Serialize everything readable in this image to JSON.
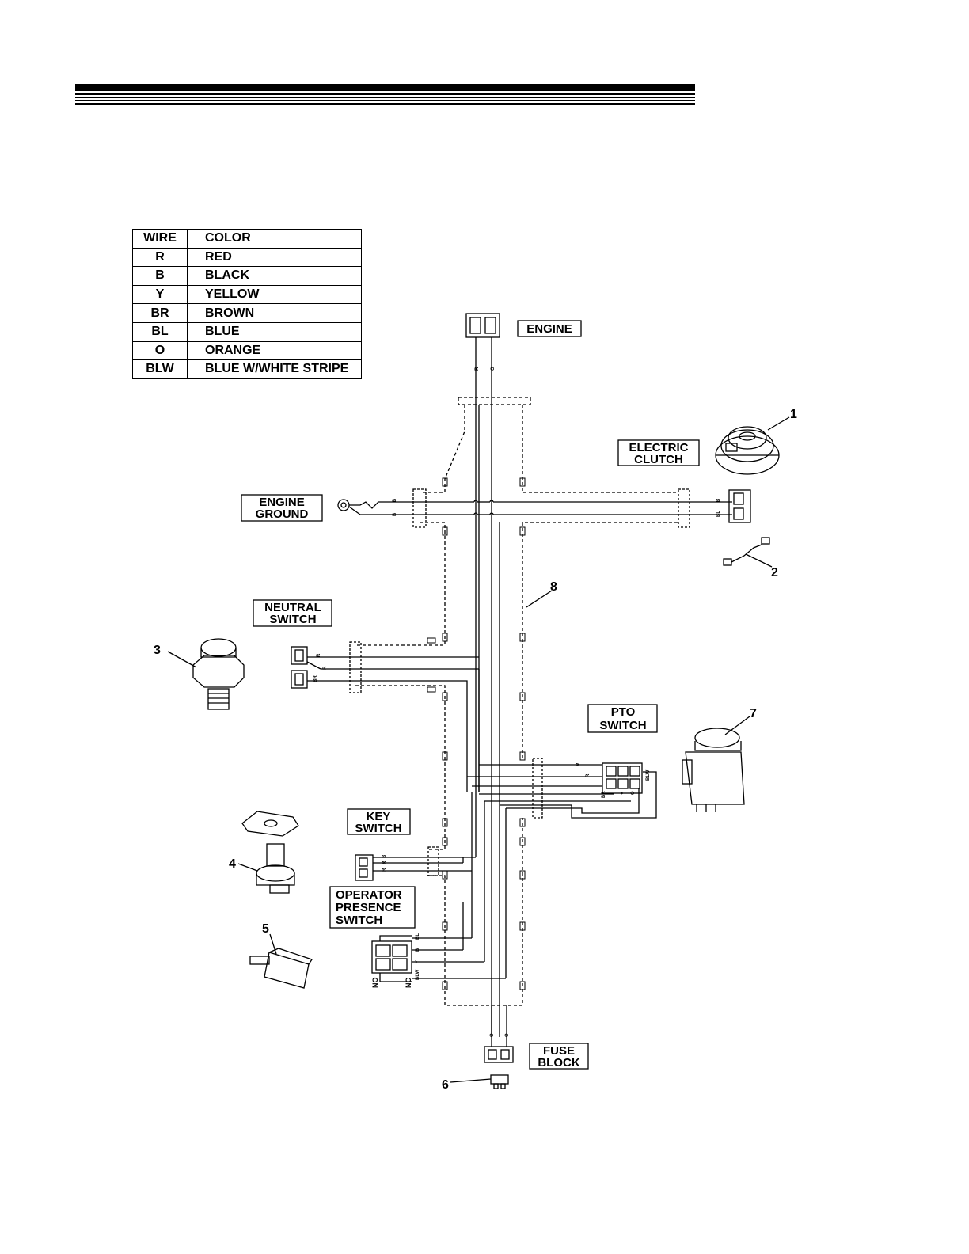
{
  "legend": {
    "header": {
      "wire": "WIRE",
      "color": "COLOR"
    },
    "rows": [
      {
        "code": "R",
        "color": "RED"
      },
      {
        "code": "B",
        "color": "BLACK"
      },
      {
        "code": "Y",
        "color": "YELLOW"
      },
      {
        "code": "BR",
        "color": "BROWN"
      },
      {
        "code": "BL",
        "color": "BLUE"
      },
      {
        "code": "O",
        "color": "ORANGE"
      },
      {
        "code": "BLW",
        "color": "BLUE W/WHITE STRIPE"
      }
    ]
  },
  "labels": {
    "engine": "ENGINE",
    "electric_clutch": [
      "ELECTRIC",
      "CLUTCH"
    ],
    "engine_ground": [
      "ENGINE",
      "GROUND"
    ],
    "neutral_switch": [
      "NEUTRAL",
      "SWITCH"
    ],
    "pto_switch": [
      "PTO",
      "SWITCH"
    ],
    "key_switch": [
      "KEY",
      "SWITCH"
    ],
    "operator_presence_switch": [
      "OPERATOR",
      "PRESENCE",
      "SWITCH"
    ],
    "fuse_block": [
      "FUSE",
      "BLOCK"
    ]
  },
  "callouts": [
    "1",
    "2",
    "3",
    "4",
    "5",
    "6",
    "7",
    "8"
  ],
  "wire_labels": {
    "r": "R",
    "o": "O",
    "b": "B",
    "bl": "BL",
    "br": "BR",
    "y": "Y",
    "blw": "BLW",
    "no": "NO",
    "nc": "NC"
  }
}
